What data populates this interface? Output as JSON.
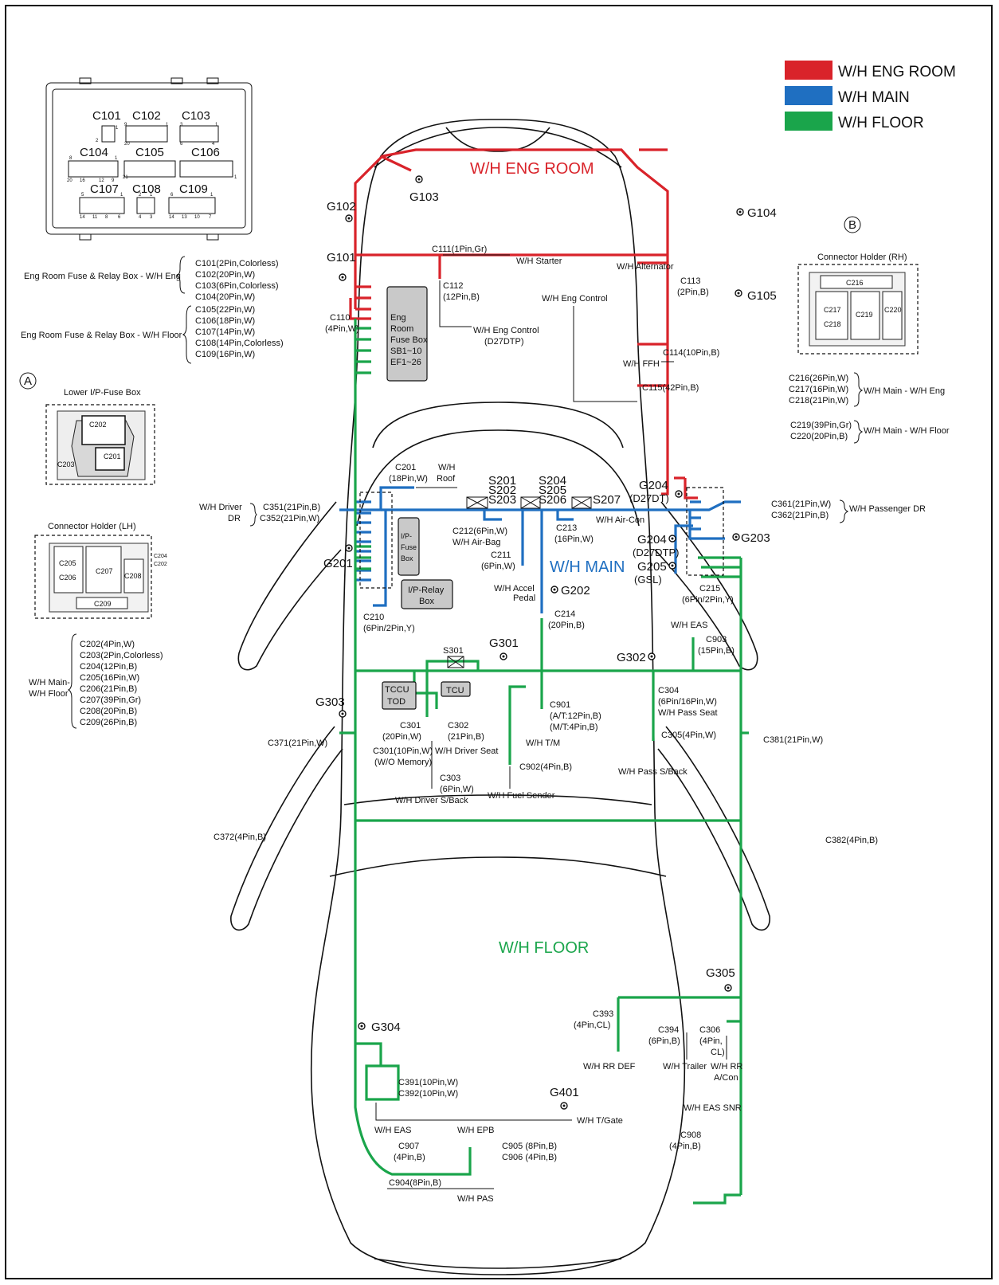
{
  "legend": [
    {
      "label": "W/H ENG ROOM",
      "color": "#d9232a"
    },
    {
      "label": "W/H MAIN",
      "color": "#1f6fc1"
    },
    {
      "label": "W/H FLOOR",
      "color": "#1aa54b"
    }
  ],
  "harness_titles": {
    "eng": "W/H ENG ROOM",
    "main": "W/H MAIN",
    "floor": "W/H FLOOR"
  },
  "fusebox_diagram": {
    "connectors": [
      "C101",
      "C102",
      "C103",
      "C104",
      "C105",
      "C106",
      "C107",
      "C108",
      "C109"
    ],
    "pins": [
      "1",
      "2",
      "9",
      "1",
      "20",
      "3",
      "1",
      "6",
      "4",
      "8",
      "1",
      "20",
      "16",
      "12",
      "9",
      "5",
      "1",
      "14",
      "11",
      "8",
      "6",
      "2",
      "1",
      "4",
      "3",
      "6",
      "1",
      "14",
      "13",
      "10",
      "7",
      "21",
      "1"
    ]
  },
  "connector_groups_left": [
    {
      "name": "Eng Room Fuse & Relay Box - W/H Eng",
      "items": [
        "C101(2Pin,Colorless)",
        "C102(20Pin,W)",
        "C103(6Pin,Colorless)",
        "C104(20Pin,W)"
      ]
    },
    {
      "name": "Eng Room Fuse & Relay Box - W/H Floor",
      "items": [
        "C105(22Pin,W)",
        "C106(18Pin,W)",
        "C107(14Pin,W)",
        "C108(14Pin,Colorless)",
        "C109(16Pin,W)"
      ]
    }
  ],
  "marker_a": "A",
  "marker_b": "B",
  "lower_ip_fuse_box": {
    "title": "Lower I/P-Fuse Box",
    "labels": [
      "C202",
      "C201",
      "C203"
    ]
  },
  "connector_holder_lh": {
    "title": "Connector Holder (LH)",
    "labels": [
      "C205",
      "C206",
      "C207",
      "C208",
      "C209",
      "C204",
      "C202"
    ]
  },
  "connector_holder_rh": {
    "title": "Connector Holder (RH)",
    "labels": [
      "C216",
      "C217",
      "C218",
      "C219",
      "C220"
    ]
  },
  "main_floor_group": {
    "name_lines": [
      "W/H Main-",
      "W/H Floor"
    ],
    "items": [
      "C202(4Pin,W)",
      "C203(2Pin,Colorless)",
      "C204(12Pin,B)",
      "C205(16Pin,W)",
      "C206(21Pin,B)",
      "C207(39Pin,Gr)",
      "C208(20Pin,B)",
      "C209(26Pin,B)"
    ]
  },
  "right_groups": [
    {
      "items": [
        "C216(26Pin,W)",
        "C217(16Pin,W)",
        "C218(21Pin,W)"
      ],
      "name": "W/H Main - W/H Eng"
    },
    {
      "items": [
        "C219(39Pin,Gr)",
        "C220(20Pin,B)"
      ],
      "name": "W/H Main - W/H Floor"
    }
  ],
  "grounds": [
    "G101",
    "G102",
    "G103",
    "G104",
    "G105",
    "G201",
    "G202",
    "G203",
    "G204",
    "(D27DT)",
    "G204",
    "(D27DTP)",
    "G205",
    "(GSL)",
    "G301",
    "G302",
    "G303",
    "G304",
    "G305",
    "G401"
  ],
  "boxes": {
    "eng_fuse": [
      "Eng",
      "Room",
      "Fuse Box",
      "SB1~10",
      "EF1~26"
    ],
    "ip_fuse": [
      "I/P-",
      "Fuse",
      "Box"
    ],
    "ip_relay": [
      "I/P-Relay",
      "Box"
    ],
    "tccu": [
      "TCCU",
      "TOD"
    ],
    "tcu": "TCU"
  },
  "splices": {
    "s201": [
      "S201",
      "S202",
      "S203"
    ],
    "s204": [
      "S204",
      "S205",
      "S206"
    ],
    "s207": "S207",
    "s301": "S301"
  },
  "eng_labels": {
    "c111": "C111(1Pin,Gr)",
    "starter": "W/H Starter",
    "c112": [
      "C112",
      "(12Pin,B)"
    ],
    "eng_control_lower": [
      "W/H Eng Control",
      "(D27DTP)"
    ],
    "c110": [
      "C110",
      "(4Pin,W)"
    ],
    "alternator": "W/H Alternator",
    "c113": [
      "C113",
      "(2Pin,B)"
    ],
    "eng_control_upper": "W/H Eng Control",
    "c114": "C114(10Pin,B)",
    "ffh": "W/H FFH",
    "c115": "C115(42Pin,B)"
  },
  "main_labels": {
    "c201": [
      "C201",
      "(18Pin,W)"
    ],
    "roof": [
      "W/H",
      "Roof"
    ],
    "driver_dr": [
      "W/H Driver",
      "DR"
    ],
    "c351": "C351(21Pin,B)",
    "c352": "C352(21Pin,W)",
    "c212": [
      "C212(6Pin,W)",
      "W/H Air-Bag"
    ],
    "c213": [
      "C213",
      "(16Pin,W)"
    ],
    "aircon": "W/H Air-Con",
    "c211": [
      "C211",
      "(6Pin,W)"
    ],
    "accel": [
      "W/H Accel",
      "Pedal"
    ],
    "c214": [
      "C214",
      "(20Pin,B)"
    ],
    "c210": [
      "C210",
      "(6Pin/2Pin,Y)"
    ],
    "c215": [
      "C215",
      "(6Pin/2Pin,Y)"
    ],
    "c361": "C361(21Pin,W)",
    "c362": "C362(21Pin,B)",
    "pass_dr": "W/H Passenger DR"
  },
  "floor_labels": {
    "eas_top": "W/H EAS",
    "c903": [
      "C903",
      "(15Pin,B)"
    ],
    "c304": [
      "C304",
      "(6Pin/16Pin,W)",
      "W/H Pass Seat"
    ],
    "c305": "C305(4Pin,W)",
    "pass_back": "W/H Pass S/Back",
    "c901": [
      "C901",
      "(A/T:12Pin,B)",
      "(M/T:4Pin,B)"
    ],
    "tm": "W/H T/M",
    "c902": "C902(4Pin,B)",
    "fuel": "W/H Fuel Sender",
    "c301a": [
      "C301",
      "(20Pin,W)"
    ],
    "c302": [
      "C302",
      "(21Pin,B)"
    ],
    "c301b": [
      "C301(10Pin,W)",
      "(W/O Memory)"
    ],
    "driver_seat": "W/H Driver Seat",
    "c303": [
      "C303",
      "(6Pin,W)"
    ],
    "driver_back": "W/H Driver S/Back",
    "c371": "C371(21Pin,W)",
    "c381": "C381(21Pin,W)",
    "c372": "C372(4Pin,B)",
    "c382": "C382(4Pin,B)",
    "c393": [
      "C393",
      "(4Pin,CL)"
    ],
    "rr_def": "W/H RR DEF",
    "c394": [
      "C394",
      "(6Pin,B)"
    ],
    "trailer": "W/H Trailer",
    "c306": [
      "C306",
      "(4Pin,",
      "CL)"
    ],
    "rr_acon": [
      "W/H RR",
      "A/Con"
    ],
    "c391": "C391(10Pin,W)",
    "c392": "C392(10Pin,W)",
    "tgate": "W/H T/Gate",
    "eas_bottom": "W/H EAS",
    "c907": [
      "C907",
      "(4Pin,B)"
    ],
    "epb": "W/H EPB",
    "c905": "C905 (8Pin,B)",
    "c906": "C906 (4Pin,B)",
    "eas_snr": "W/H EAS SNR",
    "c908": [
      "C908",
      "(4Pin,B)"
    ],
    "c904": "C904(8Pin,B)",
    "pas": "W/H PAS"
  }
}
